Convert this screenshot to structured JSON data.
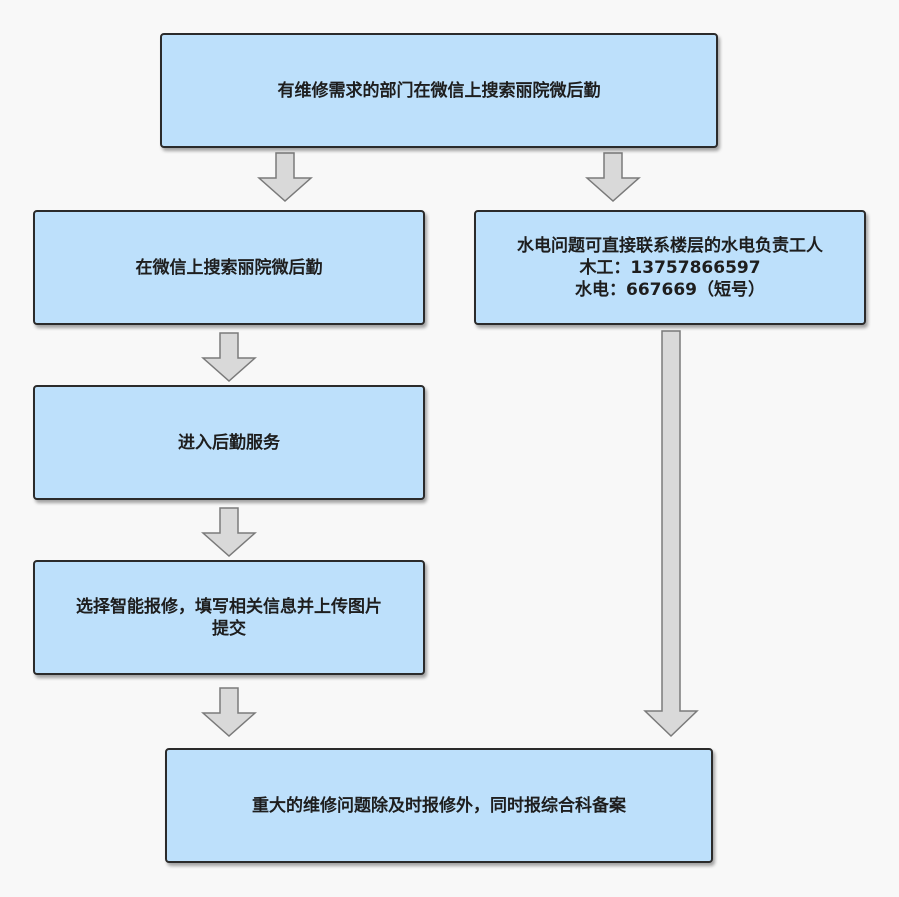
{
  "diagram": {
    "nodes": {
      "top": {
        "lines": [
          "有维修需求的部门在微信上搜索丽院微后勤"
        ]
      },
      "left1": {
        "lines": [
          "在微信上搜索丽院微后勤"
        ]
      },
      "right": {
        "lines": [
          "水电问题可直接联系楼层的水电负责工人",
          "木工：13757866597",
          "水电：667669（短号）"
        ]
      },
      "left2": {
        "lines": [
          "进入后勤服务"
        ]
      },
      "left3": {
        "lines": [
          "选择智能报修，填写相关信息并上传图片",
          "提交"
        ]
      },
      "bottom": {
        "lines": [
          "重大的维修问题除及时报修外，同时报综合科备案"
        ]
      }
    },
    "colors": {
      "node_fill": "#bde0fb",
      "node_border": "#2b2b2b",
      "arrow_fill": "#d9d9d9",
      "arrow_stroke": "#7a7a7a",
      "background": "#f8f8f8"
    }
  }
}
